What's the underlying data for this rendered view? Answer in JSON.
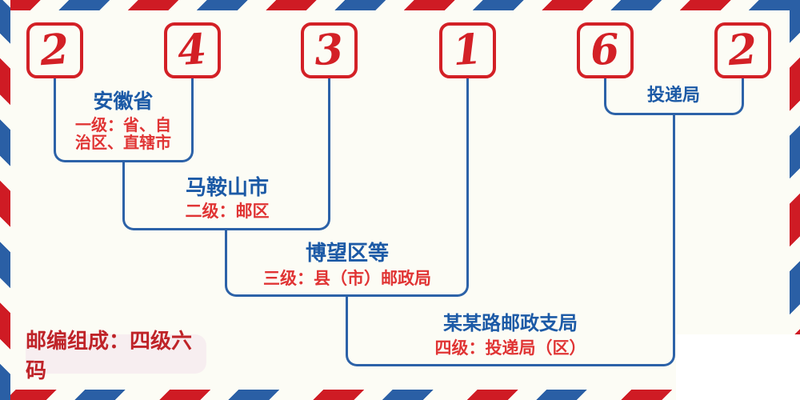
{
  "diagram": {
    "postal_code": "243162",
    "postal_code_digits": [
      "2",
      "4",
      "3",
      "1",
      "6",
      "2"
    ],
    "levels": [
      {
        "title": "安徽省",
        "desc_lines": [
          "一级：省、自",
          "治区、直辖市"
        ]
      },
      {
        "title": "马鞍山市",
        "desc": "二级：邮区"
      },
      {
        "title": "博望区等",
        "desc": "三级：县（市）邮政局"
      },
      {
        "title": "某某路邮政支局",
        "desc": "四级：投递局（区）"
      },
      {
        "title": "投递局"
      }
    ],
    "footer_badge": "邮编组成：四级六码",
    "colors": {
      "stripe_red": "#cf1b24",
      "stripe_blue": "#2a5fa5",
      "line_blue": "#2c62a8",
      "title_blue": "#1c5aa6",
      "text_red": "#e03434",
      "digit_red": "#d32026",
      "badge_bg": "#f7eef0",
      "badge_text": "#bf2328",
      "background": "#fcfcf5"
    }
  }
}
